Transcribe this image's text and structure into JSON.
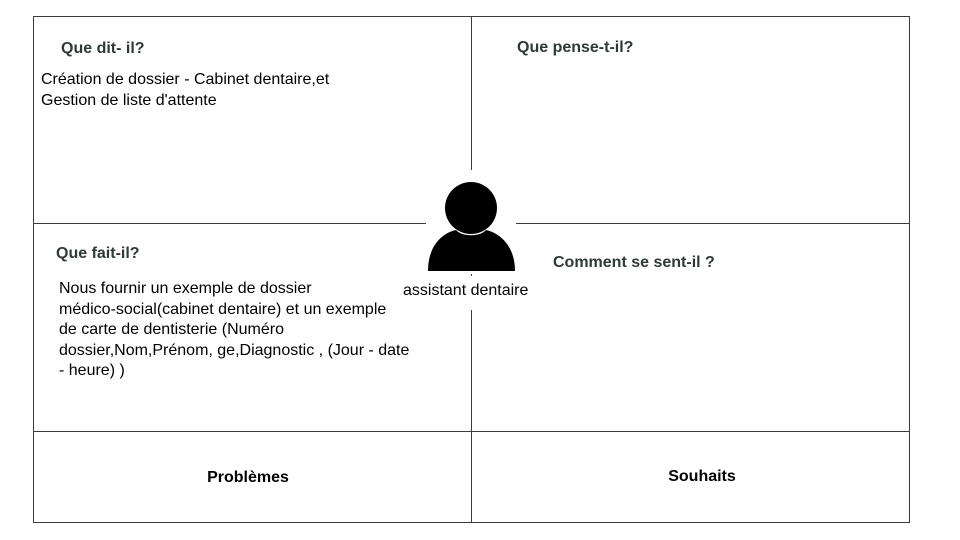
{
  "quadrants": {
    "says": {
      "heading": "Que dit- il?",
      "lines": [
        "Création de dossier - Cabinet dentaire,et",
        "Gestion de liste d'attente"
      ]
    },
    "thinks": {
      "heading": "Que pense-t-il?"
    },
    "does": {
      "heading": "Que fait-il?",
      "lines": [
        "Nous fournir un exemple de dossier",
        "médico-social(cabinet dentaire) et un exemple",
        "de carte de dentisterie (Numéro",
        "dossier,Nom,Prénom, ge,Diagnostic , (Jour - date",
        "- heure) )"
      ]
    },
    "feels": {
      "heading": "Comment se sent-il ?"
    }
  },
  "bottom": {
    "problems": "Problèmes",
    "wishes": "Souhaits"
  },
  "persona": {
    "label": "assistant dentaire",
    "icon": "person-silhouette-icon",
    "color": "#000000"
  }
}
